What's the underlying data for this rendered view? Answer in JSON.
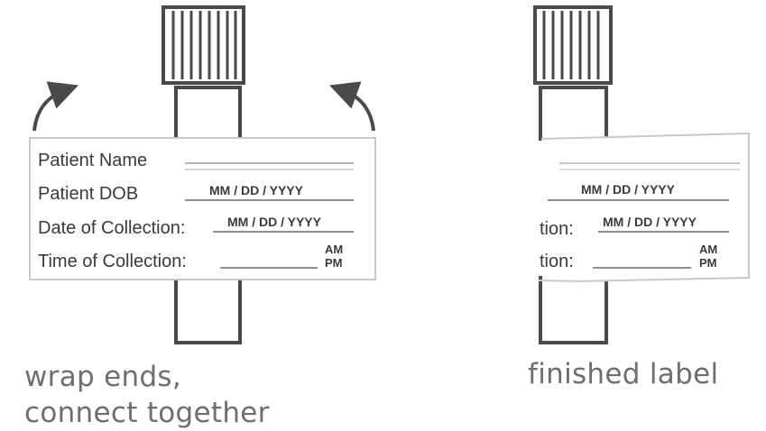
{
  "left_panel": {
    "label": {
      "patient_name": "Patient Name",
      "patient_dob": "Patient DOB",
      "dob_format": "MM /  DD / YYYY",
      "date_of_collection": "Date of Collection:",
      "date_format": "MM /  DD / YYYY",
      "time_of_collection": "Time of Collection:",
      "am": "AM",
      "pm": "PM"
    },
    "caption_line1": "wrap ends,",
    "caption_line2": "connect together"
  },
  "right_panel": {
    "label": {
      "dob_format": "MM /  DD / YYYY",
      "date_fragment": "tion:",
      "date_format": "MM /  DD / YYYY",
      "time_fragment": "tion:",
      "am": "AM",
      "pm": "PM"
    },
    "caption": "finished label"
  },
  "colors": {
    "outline": "#4a4a4a",
    "label_border": "#c8c8c8",
    "text": "#3a3a3a",
    "caption": "#6e6e6e"
  }
}
